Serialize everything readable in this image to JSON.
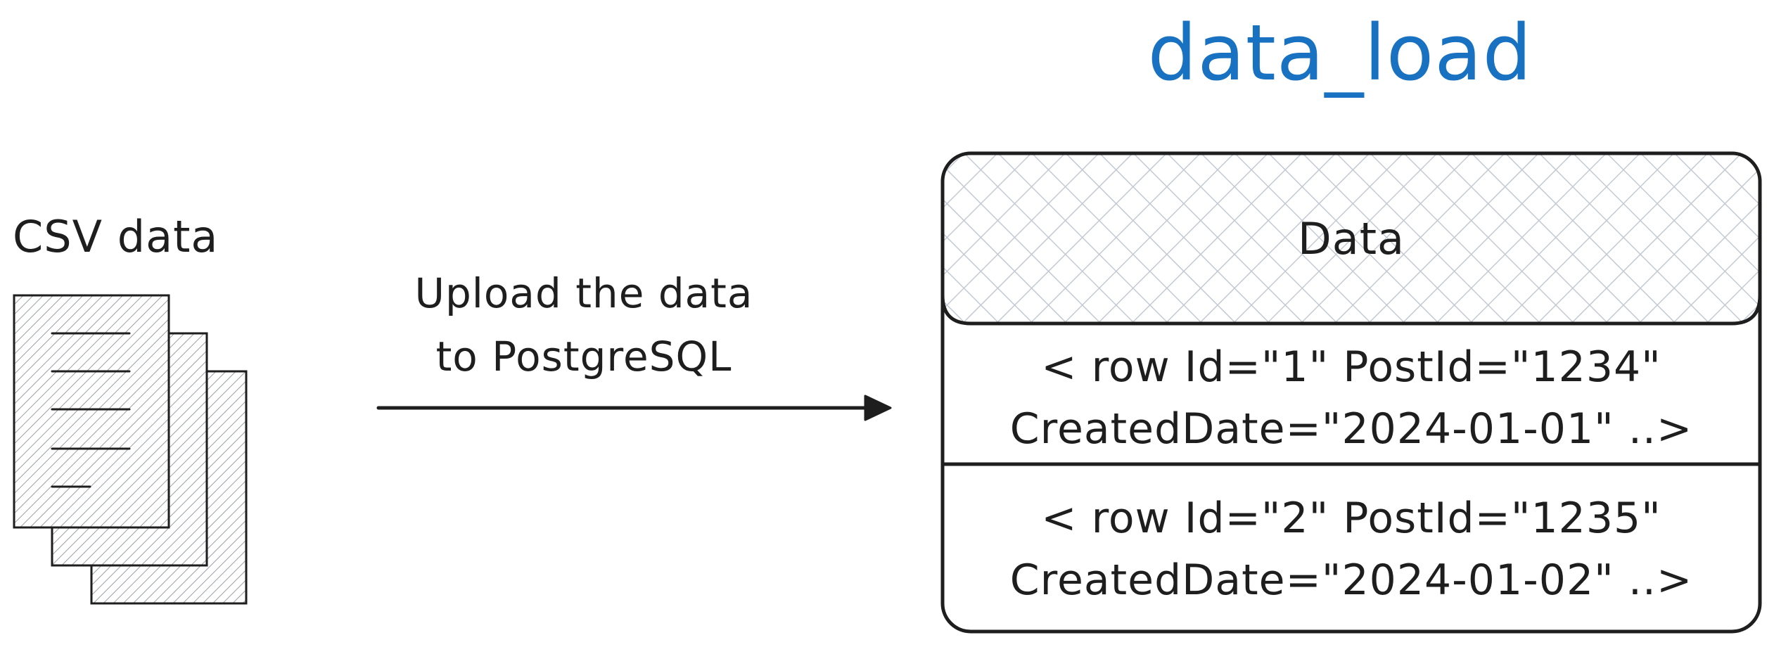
{
  "diagram": {
    "title": "data_load",
    "source_label": "CSV data",
    "arrow_label_line1": "Upload the data",
    "arrow_label_line2": "to PostgreSQL",
    "table_header": "Data",
    "rows": [
      {
        "line1": "< row Id=\"1\" PostId=\"1234\"",
        "line2": "CreatedDate=\"2024-01-01\" ..>"
      },
      {
        "line1": "< row Id=\"2\" PostId=\"1235\"",
        "line2": "CreatedDate=\"2024-01-02\" ..>"
      }
    ]
  },
  "colors": {
    "title": "#1971c2",
    "stroke": "#1e1e1e",
    "hatch": "#9aa0a6",
    "crosshatch": "#c3cad3"
  },
  "icons": [
    "document-stack-icon",
    "arrow-right-icon"
  ]
}
